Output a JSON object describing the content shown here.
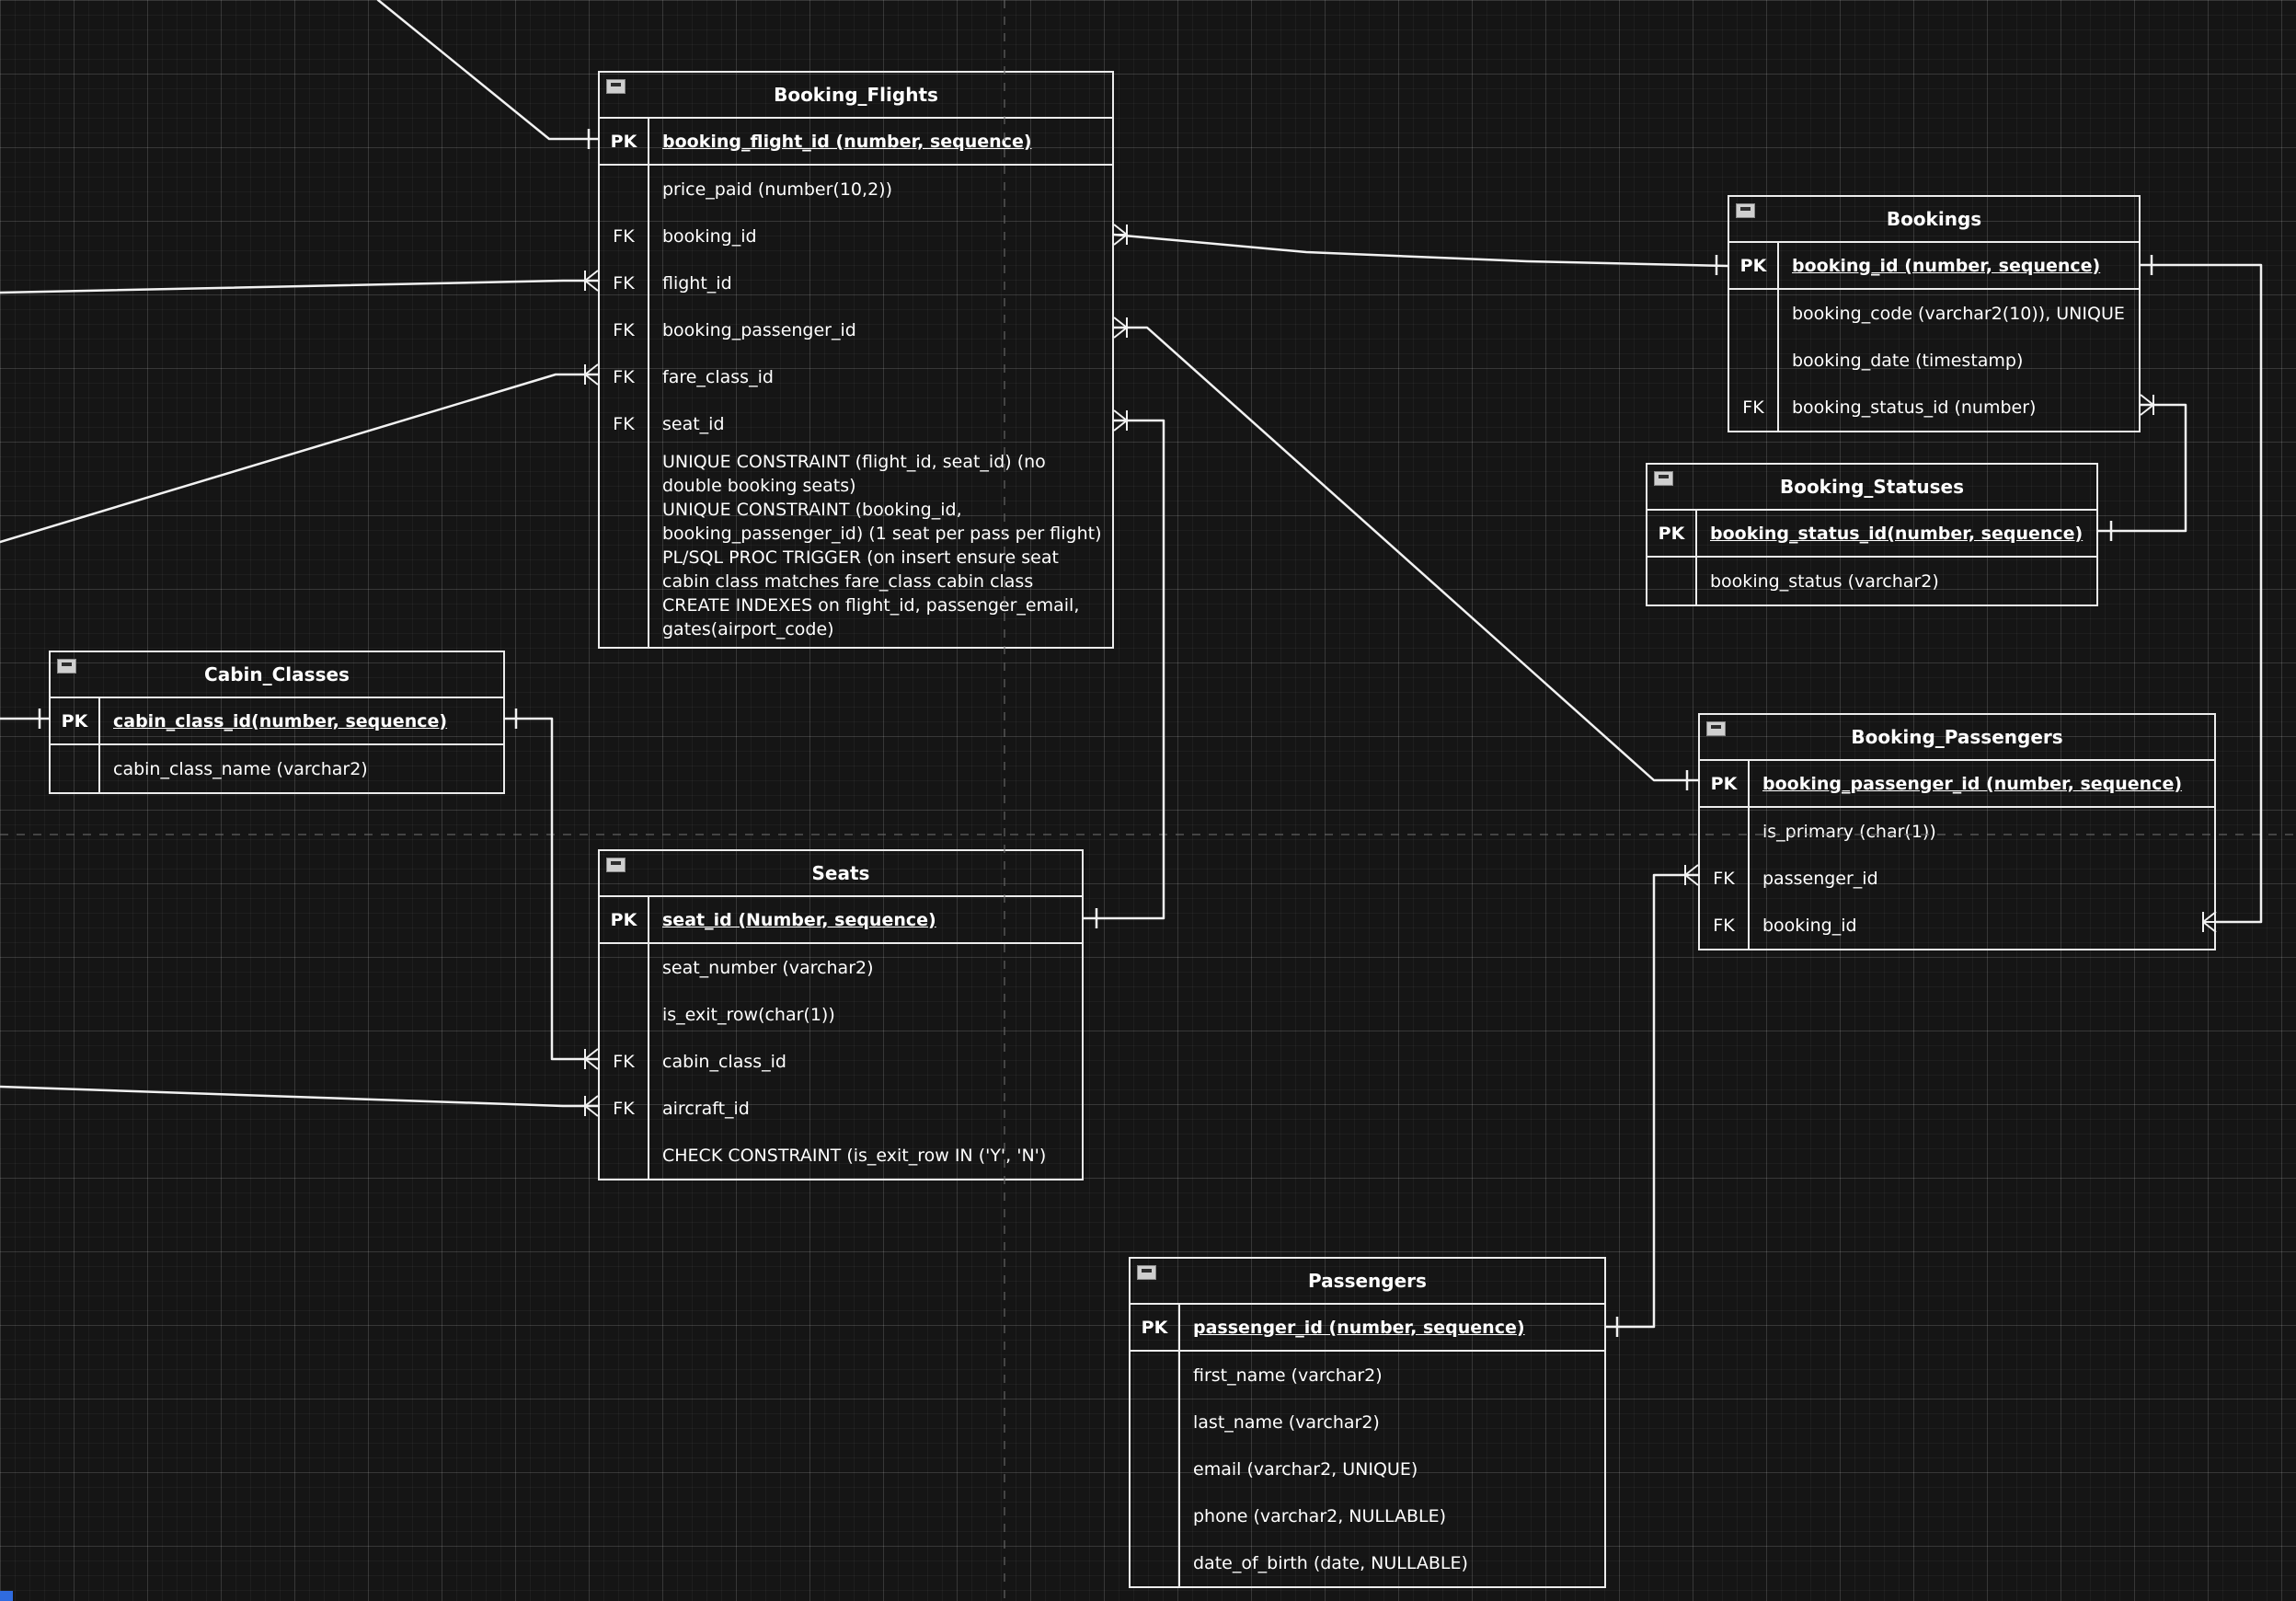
{
  "canvas": {
    "background_color": "#151515",
    "line_color": "#F2F2F2",
    "text_color": "#FFFFFF",
    "notation": "crow-foot"
  },
  "tables": [
    {
      "id": "booking_flights",
      "title": "Booking_Flights",
      "rows": [
        {
          "key": "PK",
          "text": "booking_flight_id (number, sequence)",
          "pk": true
        },
        {
          "key": "",
          "text": "price_paid (number(10,2))"
        },
        {
          "key": "FK",
          "text": "booking_id"
        },
        {
          "key": "FK",
          "text": "flight_id"
        },
        {
          "key": "FK",
          "text": "booking_passenger_id"
        },
        {
          "key": "FK",
          "text": "fare_class_id"
        },
        {
          "key": "FK",
          "text": "seat_id"
        },
        {
          "key": "",
          "note": true,
          "lines": [
            "UNIQUE CONSTRAINT (flight_id, seat_id) (no double booking seats)",
            "UNIQUE CONSTRAINT (booking_id, booking_passenger_id) (1 seat per pass per flight)",
            "PL/SQL PROC TRIGGER (on insert ensure seat cabin class matches fare_class cabin class",
            "CREATE INDEXES on flight_id, passenger_email, gates(airport_code)"
          ]
        }
      ]
    },
    {
      "id": "bookings",
      "title": "Bookings",
      "rows": [
        {
          "key": "PK",
          "text": "booking_id (number, sequence)",
          "pk": true
        },
        {
          "key": "",
          "text": "booking_code (varchar2(10)), UNIQUE"
        },
        {
          "key": "",
          "text": "booking_date (timestamp)"
        },
        {
          "key": "FK",
          "text": "booking_status_id (number)"
        }
      ]
    },
    {
      "id": "booking_statuses",
      "title": "Booking_Statuses",
      "rows": [
        {
          "key": "PK",
          "text": "booking_status_id(number, sequence)",
          "pk": true
        },
        {
          "key": "",
          "text": "booking_status (varchar2)"
        }
      ]
    },
    {
      "id": "cabin_classes",
      "title": "Cabin_Classes",
      "rows": [
        {
          "key": "PK",
          "text": "cabin_class_id(number, sequence)",
          "pk": true
        },
        {
          "key": "",
          "text": "cabin_class_name (varchar2)"
        }
      ]
    },
    {
      "id": "booking_passengers",
      "title": "Booking_Passengers",
      "rows": [
        {
          "key": "PK",
          "text": "booking_passenger_id (number, sequence)",
          "pk": true
        },
        {
          "key": "",
          "text": "is_primary (char(1))"
        },
        {
          "key": "FK",
          "text": "passenger_id"
        },
        {
          "key": "FK",
          "text": "booking_id"
        }
      ]
    },
    {
      "id": "seats",
      "title": "Seats",
      "rows": [
        {
          "key": "PK",
          "text": "seat_id (Number, sequence)",
          "pk": true
        },
        {
          "key": "",
          "text": "seat_number (varchar2)"
        },
        {
          "key": "",
          "text": "is_exit_row(char(1))"
        },
        {
          "key": "FK",
          "text": "cabin_class_id"
        },
        {
          "key": "FK",
          "text": "aircraft_id"
        },
        {
          "key": "",
          "text": "CHECK CONSTRAINT (is_exit_row IN ('Y', 'N')"
        }
      ]
    },
    {
      "id": "passengers",
      "title": "Passengers",
      "rows": [
        {
          "key": "PK",
          "text": "passenger_id (number, sequence)",
          "pk": true
        },
        {
          "key": "",
          "text": "first_name (varchar2)"
        },
        {
          "key": "",
          "text": "last_name (varchar2)"
        },
        {
          "key": "",
          "text": "email (varchar2, UNIQUE)"
        },
        {
          "key": "",
          "text": "phone (varchar2, NULLABLE)"
        },
        {
          "key": "",
          "text": "date_of_birth (date, NULLABLE)"
        }
      ]
    }
  ],
  "relationships": [
    {
      "id": "flights_top",
      "from": "off-canvas (top)",
      "to": "Booking_Flights.booking_flight_id",
      "to_end": "one"
    },
    {
      "id": "bf_bookings",
      "from": "Booking_Flights.booking_id",
      "from_end": "many",
      "to": "Bookings.booking_id",
      "to_end": "one"
    },
    {
      "id": "flightid",
      "from": "off-canvas (left)",
      "to": "Booking_Flights.flight_id",
      "to_end": "many"
    },
    {
      "id": "bf_bp",
      "from": "Booking_Flights.booking_passenger_id",
      "from_end": "many",
      "to": "Booking_Passengers.booking_passenger_id",
      "to_end": "one"
    },
    {
      "id": "fareclass",
      "from": "off-canvas (left)",
      "to": "Booking_Flights.fare_class_id",
      "to_end": "many"
    },
    {
      "id": "bf_seats",
      "from": "Booking_Flights.seat_id",
      "from_end": "many",
      "to": "Seats.seat_id",
      "to_end": "one"
    },
    {
      "id": "bookings_bs",
      "from": "Bookings.booking_status_id",
      "from_end": "many",
      "to": "Booking_Statuses.booking_status_id",
      "to_end": "one"
    },
    {
      "id": "bookings_bp",
      "from": "Bookings.booking_id",
      "from_end": "one",
      "to": "Booking_Passengers.booking_id",
      "to_end": "many"
    },
    {
      "id": "pass_bp",
      "from": "Passengers.passenger_id",
      "from_end": "one",
      "to": "Booking_Passengers.passenger_id",
      "to_end": "many"
    },
    {
      "id": "cc_seats",
      "from": "Cabin_Classes.cabin_class_id",
      "from_end": "one",
      "to": "Seats.cabin_class_id",
      "to_end": "many"
    },
    {
      "id": "cc_left",
      "from": "off-canvas (left)",
      "to": "Cabin_Classes.cabin_class_id",
      "to_end": "one"
    },
    {
      "id": "aircraft",
      "from": "off-canvas (left)",
      "to": "Seats.aircraft_id",
      "to_end": "many"
    }
  ]
}
